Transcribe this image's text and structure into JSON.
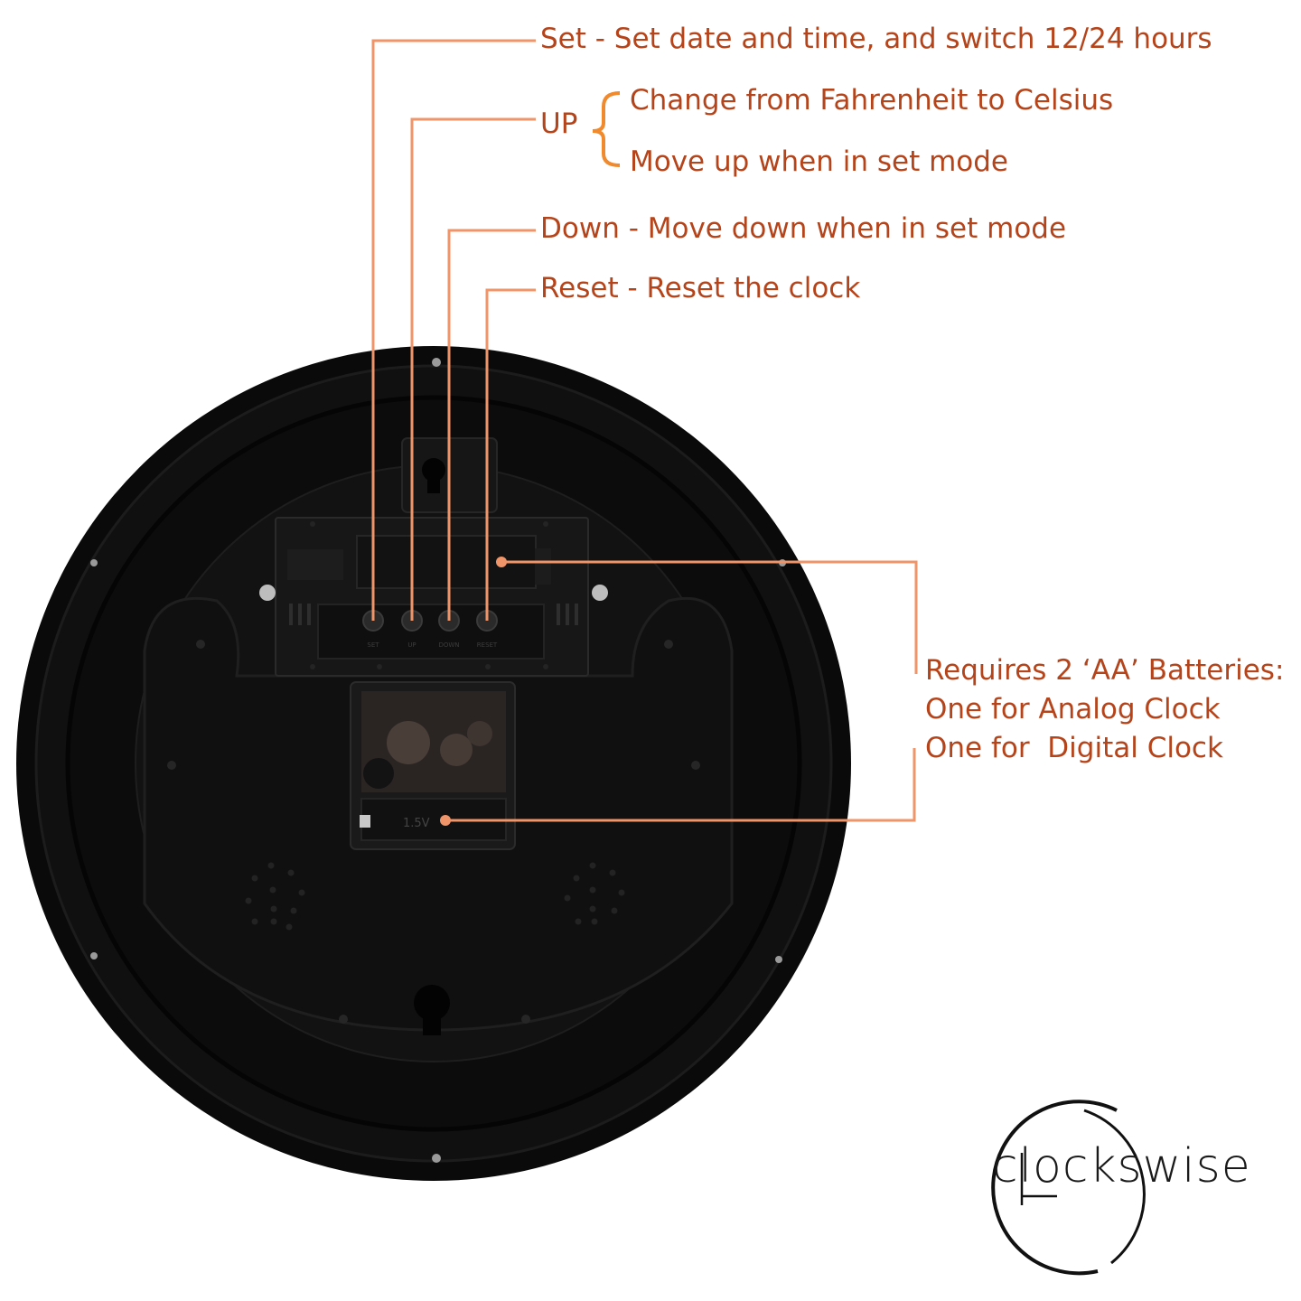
{
  "callouts": {
    "set": "Set - Set date and time, and switch 12/24 hours",
    "up_label": "UP",
    "up_line1": "Change from Fahrenheit to Celsius",
    "up_line2": "Move up when in set mode",
    "down": "Down - Move down when in set mode",
    "reset": "Reset - Reset the clock",
    "batteries_line1": "Requires 2 ‘AA’ Batteries:",
    "batteries_line2": "One for Analog Clock",
    "batteries_line3": "One for  Digital Clock"
  },
  "device": {
    "button_labels": [
      "SET",
      "UP",
      "DOWN",
      "RESET"
    ],
    "battery_marking": "1.5V"
  },
  "brand": {
    "name": "clockswise"
  },
  "colors": {
    "label_text": "#b5441b",
    "leader_line": "#f0956a",
    "brace": "#f08a2c",
    "clock_body": "#0b0b0b"
  }
}
